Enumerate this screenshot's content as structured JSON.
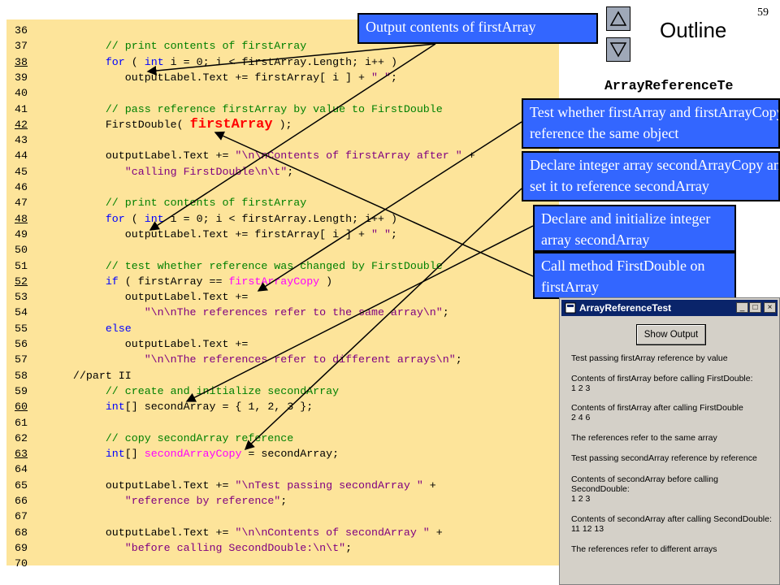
{
  "slide_number": "59",
  "outline": {
    "title": "Outline",
    "file_label": "ArrayReferenceTe",
    "up_icon": "triangle-up-icon",
    "down_icon": "triangle-down-icon"
  },
  "code_lines": [
    {
      "num": "36",
      "u": false,
      "segs": []
    },
    {
      "num": "37",
      "u": false,
      "segs": [
        {
          "t": "         // print contents of firstArray",
          "c": "cm"
        }
      ]
    },
    {
      "num": "38",
      "u": true,
      "segs": [
        {
          "t": "         ",
          "c": ""
        },
        {
          "t": "for",
          "c": "kw"
        },
        {
          "t": " ( ",
          "c": ""
        },
        {
          "t": "int",
          "c": "kw"
        },
        {
          "t": " i = 0; i < firstArray.Length; i++ )",
          "c": ""
        }
      ]
    },
    {
      "num": "39",
      "u": false,
      "segs": [
        {
          "t": "            outputLabel.Text += firstArray[ i ] + ",
          "c": ""
        },
        {
          "t": "\" \"",
          "c": "str"
        },
        {
          "t": ";",
          "c": ""
        }
      ]
    },
    {
      "num": "40",
      "u": false,
      "segs": []
    },
    {
      "num": "41",
      "u": false,
      "segs": [
        {
          "t": "         // pass reference firstArray by value to FirstDouble",
          "c": "cm"
        }
      ]
    },
    {
      "num": "42",
      "u": true,
      "segs": [
        {
          "t": "         FirstDouble( ",
          "c": ""
        },
        {
          "t": "firstArray",
          "c": "big"
        },
        {
          "t": " );",
          "c": ""
        }
      ]
    },
    {
      "num": "43",
      "u": false,
      "segs": []
    },
    {
      "num": "44",
      "u": false,
      "segs": [
        {
          "t": "         outputLabel.Text += ",
          "c": ""
        },
        {
          "t": "\"\\n\\nContents of firstArray after \"",
          "c": "str"
        },
        {
          "t": " +",
          "c": ""
        }
      ]
    },
    {
      "num": "45",
      "u": false,
      "segs": [
        {
          "t": "            ",
          "c": ""
        },
        {
          "t": "\"calling FirstDouble\\n\\t\"",
          "c": "str"
        },
        {
          "t": ";",
          "c": ""
        }
      ]
    },
    {
      "num": "46",
      "u": false,
      "segs": []
    },
    {
      "num": "47",
      "u": false,
      "segs": [
        {
          "t": "         // print contents of firstArray",
          "c": "cm"
        }
      ]
    },
    {
      "num": "48",
      "u": true,
      "segs": [
        {
          "t": "         ",
          "c": ""
        },
        {
          "t": "for",
          "c": "kw"
        },
        {
          "t": " ( ",
          "c": ""
        },
        {
          "t": "int",
          "c": "kw"
        },
        {
          "t": " i = 0; i < firstArray.Length; i++ )",
          "c": ""
        }
      ]
    },
    {
      "num": "49",
      "u": false,
      "segs": [
        {
          "t": "            outputLabel.Text += firstArray[ i ] + ",
          "c": ""
        },
        {
          "t": "\" \"",
          "c": "str"
        },
        {
          "t": ";",
          "c": ""
        }
      ]
    },
    {
      "num": "50",
      "u": false,
      "segs": []
    },
    {
      "num": "51",
      "u": false,
      "segs": [
        {
          "t": "         // test whether reference was changed by FirstDouble",
          "c": "cm"
        }
      ]
    },
    {
      "num": "52",
      "u": true,
      "segs": [
        {
          "t": "         ",
          "c": ""
        },
        {
          "t": "if",
          "c": "kw"
        },
        {
          "t": " ( firstArray == ",
          "c": ""
        },
        {
          "t": "firstArrayCopy",
          "c": "hl"
        },
        {
          "t": " )",
          "c": ""
        }
      ]
    },
    {
      "num": "53",
      "u": false,
      "segs": [
        {
          "t": "            outputLabel.Text +=",
          "c": ""
        }
      ]
    },
    {
      "num": "54",
      "u": false,
      "segs": [
        {
          "t": "               ",
          "c": ""
        },
        {
          "t": "\"\\n\\nThe references refer to the same array\\n\"",
          "c": "str"
        },
        {
          "t": ";",
          "c": ""
        }
      ]
    },
    {
      "num": "55",
      "u": false,
      "segs": [
        {
          "t": "         ",
          "c": ""
        },
        {
          "t": "else",
          "c": "kw"
        }
      ]
    },
    {
      "num": "56",
      "u": false,
      "segs": [
        {
          "t": "            outputLabel.Text +=",
          "c": ""
        }
      ]
    },
    {
      "num": "57",
      "u": false,
      "segs": [
        {
          "t": "               ",
          "c": ""
        },
        {
          "t": "\"\\n\\nThe references refer to different arrays\\n\"",
          "c": "str"
        },
        {
          "t": ";",
          "c": ""
        }
      ]
    },
    {
      "num": "58",
      "u": false,
      "segs": [
        {
          "t": "    //part II",
          "c": ""
        }
      ]
    },
    {
      "num": "59",
      "u": false,
      "segs": [
        {
          "t": "         // create and initialize secondArray",
          "c": "cm"
        }
      ]
    },
    {
      "num": "60",
      "u": true,
      "segs": [
        {
          "t": "         ",
          "c": ""
        },
        {
          "t": "int",
          "c": "kw"
        },
        {
          "t": "[] secondArray = { 1, 2, 3 };",
          "c": ""
        }
      ]
    },
    {
      "num": "61",
      "u": false,
      "segs": []
    },
    {
      "num": "62",
      "u": false,
      "segs": [
        {
          "t": "         // copy secondArray reference",
          "c": "cm"
        }
      ]
    },
    {
      "num": "63",
      "u": true,
      "segs": [
        {
          "t": "         ",
          "c": ""
        },
        {
          "t": "int",
          "c": "kw"
        },
        {
          "t": "[] ",
          "c": ""
        },
        {
          "t": "secondArrayCopy",
          "c": "hl"
        },
        {
          "t": " = secondArray;",
          "c": ""
        }
      ]
    },
    {
      "num": "64",
      "u": false,
      "segs": []
    },
    {
      "num": "65",
      "u": false,
      "segs": [
        {
          "t": "         outputLabel.Text += ",
          "c": ""
        },
        {
          "t": "\"\\nTest passing secondArray \"",
          "c": "str"
        },
        {
          "t": " +",
          "c": ""
        }
      ]
    },
    {
      "num": "66",
      "u": false,
      "segs": [
        {
          "t": "            ",
          "c": ""
        },
        {
          "t": "\"reference by reference\"",
          "c": "str"
        },
        {
          "t": ";",
          "c": ""
        }
      ]
    },
    {
      "num": "67",
      "u": false,
      "segs": []
    },
    {
      "num": "68",
      "u": false,
      "segs": [
        {
          "t": "         outputLabel.Text += ",
          "c": ""
        },
        {
          "t": "\"\\n\\nContents of secondArray \"",
          "c": "str"
        },
        {
          "t": " +",
          "c": ""
        }
      ]
    },
    {
      "num": "69",
      "u": false,
      "segs": [
        {
          "t": "            ",
          "c": ""
        },
        {
          "t": "\"before calling SecondDouble:\\n\\t\"",
          "c": "str"
        },
        {
          "t": ";",
          "c": ""
        }
      ]
    },
    {
      "num": "70",
      "u": false,
      "segs": []
    }
  ],
  "callouts": [
    {
      "name": "callout-output-first-array",
      "text": "Output contents of firstArray"
    },
    {
      "name": "callout-test-reference",
      "text": "Test whether firstArray and firstArrayCopy reference the same object"
    },
    {
      "name": "callout-declare-copy",
      "text": "Declare integer array secondArrayCopy and set it to reference secondArray"
    },
    {
      "name": "callout-declare-second-array",
      "text": "Declare and initialize integer array secondArray"
    },
    {
      "name": "callout-call-first-double",
      "text": "Call method FirstDouble on firstArray"
    }
  ],
  "window": {
    "title": "ArrayReferenceTest",
    "minimize": "_",
    "maximize": "□",
    "close": "×",
    "button_label": "Show Output",
    "output": [
      "Test passing firstArray reference by value",
      "Contents of firstArray before calling FirstDouble:\n1 2 3",
      "Contents of firstArray after calling FirstDouble\n2 4 6",
      "The references refer to the same array",
      "Test passing secondArray reference by reference",
      "Contents of secondArray before calling\nSecondDouble:\n1 2 3",
      "Contents of secondArray after calling SecondDouble:\n11 12 13",
      "The references refer to different arrays"
    ]
  }
}
